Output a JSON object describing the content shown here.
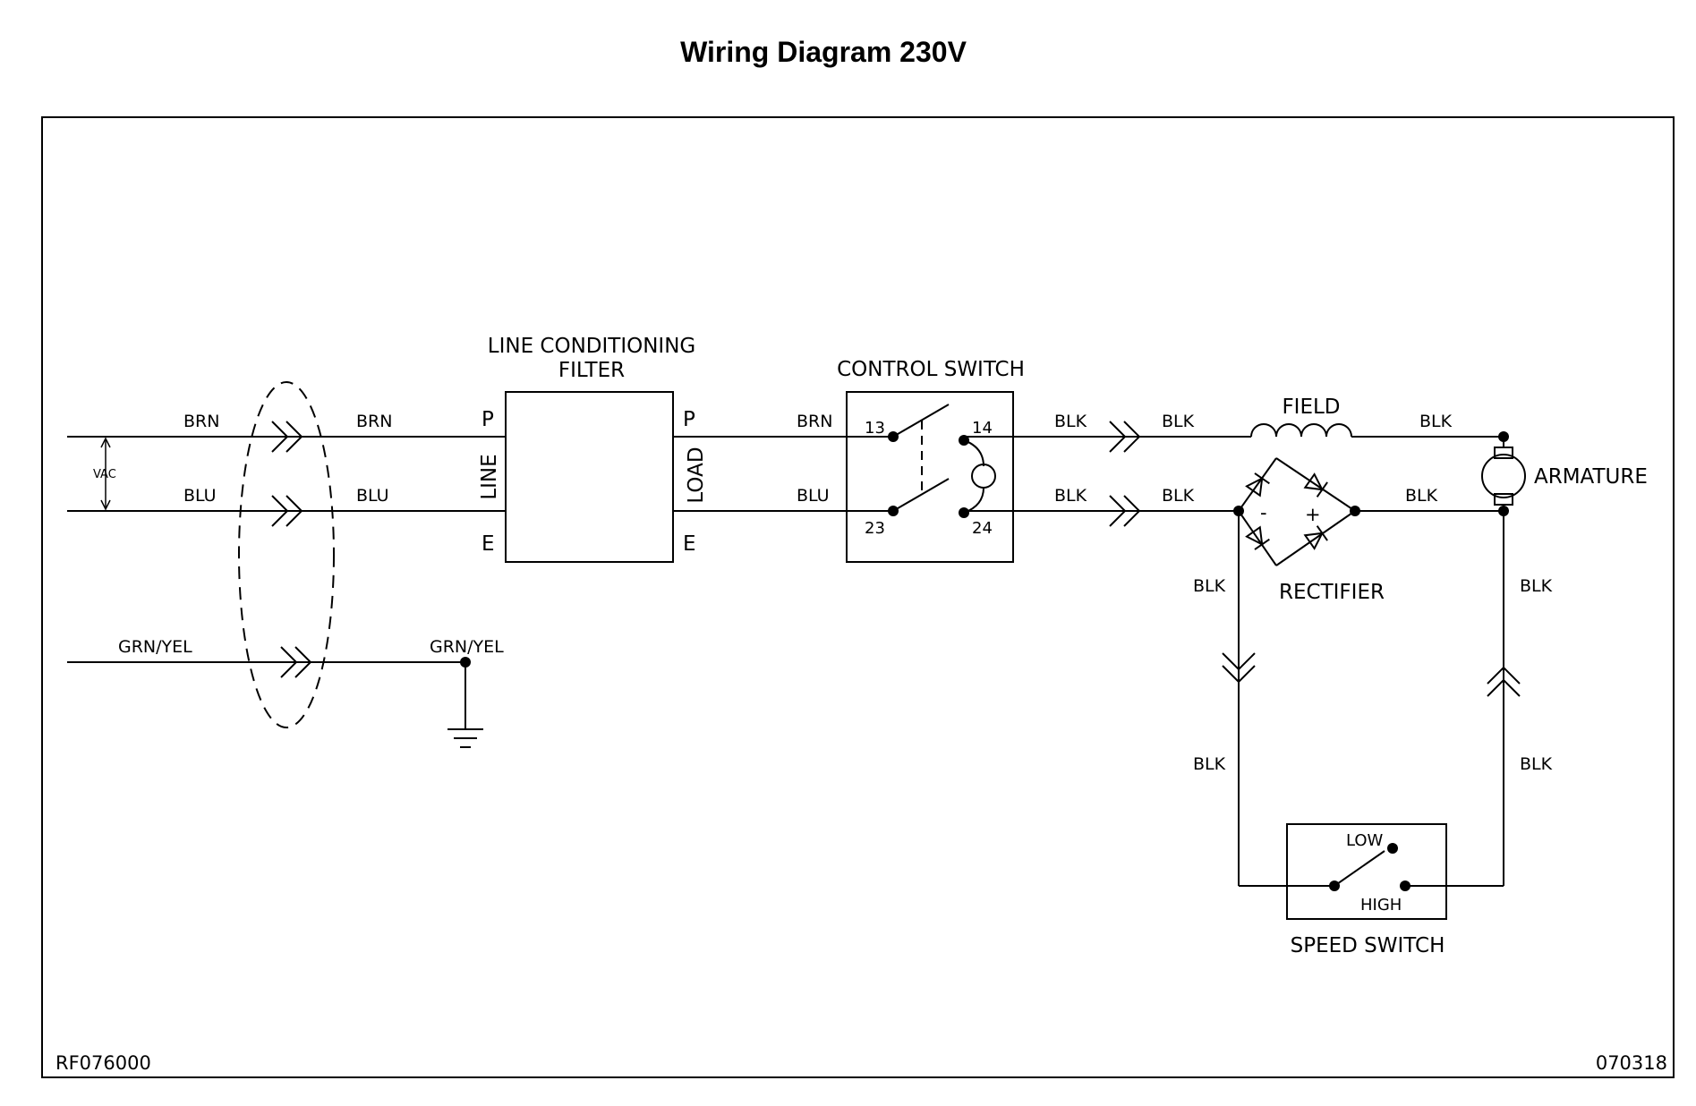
{
  "title": "Wiring Diagram 230V",
  "drawing_number": "RF076000",
  "date_code": "070318",
  "supply": {
    "vac_label": "VAC",
    "wire_brn_in": "BRN",
    "wire_blu_in": "BLU",
    "wire_ground_in": "GRN/YEL",
    "wire_brn_out": "BRN",
    "wire_blu_out": "BLU",
    "wire_ground_out": "GRN/YEL"
  },
  "filter": {
    "title_line1": "LINE  CONDITIONING",
    "title_line2": "FILTER",
    "line_label": "LINE",
    "load_label": "LOAD",
    "p_left": "P",
    "e_left": "E",
    "p_right": "P",
    "e_right": "E"
  },
  "control_switch": {
    "title": "CONTROL  SWITCH",
    "wire_brn": "BRN",
    "wire_blu": "BLU",
    "terminals": [
      "13",
      "14",
      "23",
      "24"
    ]
  },
  "motor": {
    "wire_blk_top_1": "BLK",
    "wire_blk_top_2": "BLK",
    "wire_blk_bot_1": "BLK",
    "wire_blk_bot_2": "BLK",
    "field_label": "FIELD",
    "field_out_wire": "BLK",
    "rect_out_wire": "BLK",
    "armature_label": "ARMATURE",
    "rectifier_label": "RECTIFIER",
    "rect_minus": "-",
    "rect_plus": "+"
  },
  "speed_switch": {
    "title": "SPEED  SWITCH",
    "low_label": "LOW",
    "high_label": "HIGH",
    "left_upper_wire": "BLK",
    "left_lower_wire": "BLK",
    "right_upper_wire": "BLK",
    "right_lower_wire": "BLK"
  }
}
